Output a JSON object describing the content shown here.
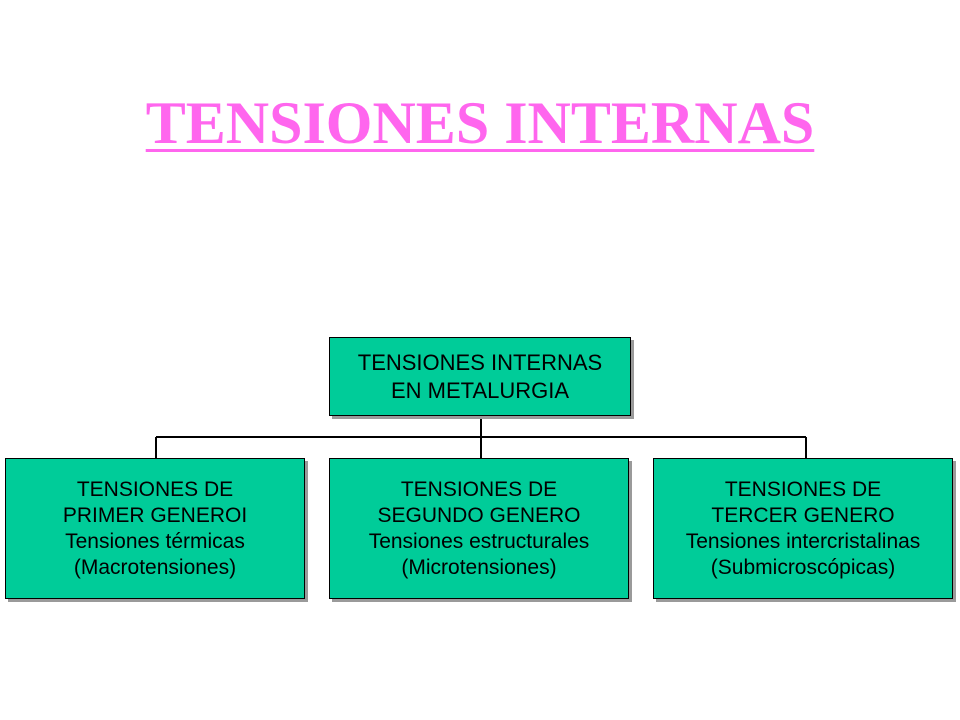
{
  "title": "TENSIONES INTERNAS",
  "colors": {
    "title": "#ff66ee",
    "box_fill": "#00cc99",
    "box_border": "#000000",
    "connector": "#000000"
  },
  "diagram": {
    "root": {
      "lines": [
        "TENSIONES INTERNAS",
        "EN METALURGIA"
      ]
    },
    "children": [
      {
        "lines": [
          "TENSIONES DE",
          "PRIMER GENEROI",
          "Tensiones térmicas",
          "(Macrotensiones)"
        ]
      },
      {
        "lines": [
          "TENSIONES DE",
          "SEGUNDO GENERO",
          "Tensiones estructurales",
          "(Microtensiones)"
        ]
      },
      {
        "lines": [
          "TENSIONES DE",
          "TERCER GENERO",
          "Tensiones intercristalinas",
          "(Submicroscópicas)"
        ]
      }
    ]
  }
}
